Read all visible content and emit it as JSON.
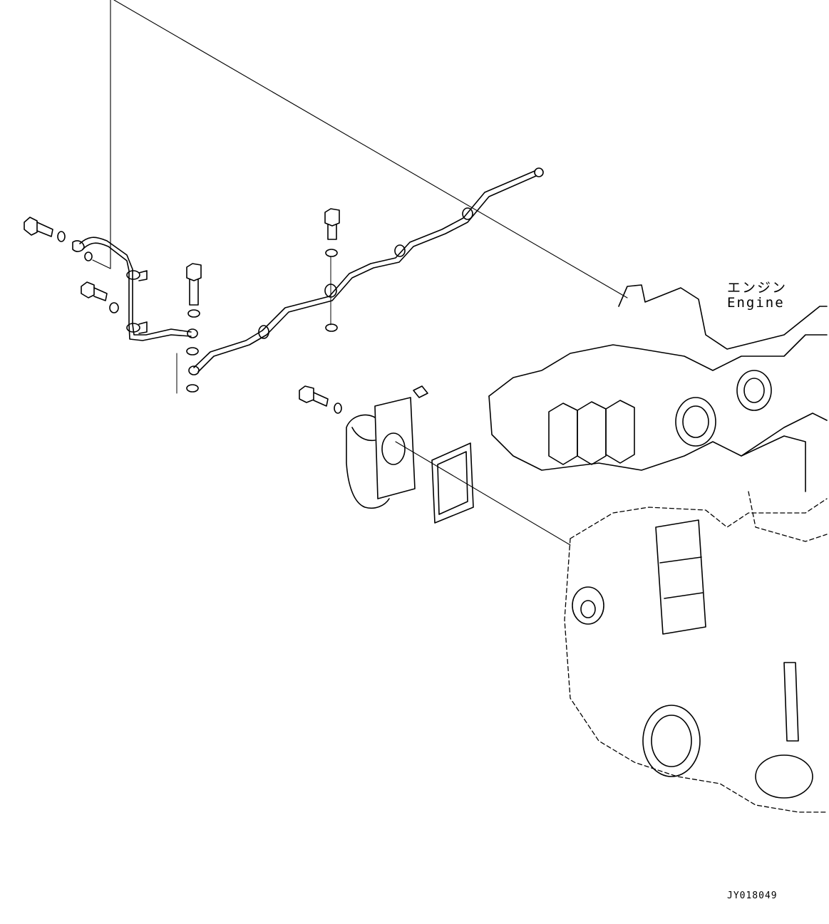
{
  "labels": {
    "engine_jp": "エンジン",
    "engine_en": "Engine",
    "drawing_id": "JY018049"
  },
  "colors": {
    "line": "#000000",
    "background": "#ffffff"
  }
}
